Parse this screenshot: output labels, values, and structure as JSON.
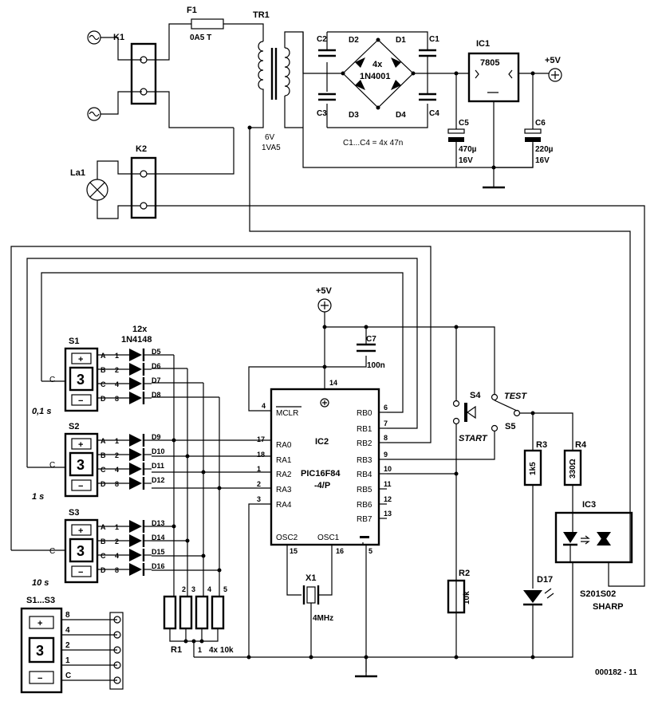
{
  "mains": {
    "fuse_ref": "F1",
    "fuse_val": "0A5 T",
    "k1": "K1",
    "k2": "K2",
    "lamp": "La1",
    "tr_ref": "TR1",
    "tr_v": "6V",
    "tr_va": "1VA5"
  },
  "psu": {
    "c1": "C1",
    "c2": "C2",
    "c3": "C3",
    "c4": "C4",
    "d1": "D1",
    "d2": "D2",
    "d3": "D3",
    "d4": "D4",
    "bridge_n": "4x",
    "bridge_type": "1N4001",
    "cap_note": "C1...C4 = 4x 47n",
    "c5": "C5",
    "c5_v": "470µ",
    "c5_volt": "16V",
    "c6": "C6",
    "c6_v": "220µ",
    "c6_volt": "16V",
    "ic1": "IC1",
    "ic1_type": "7805",
    "plus5": "+5V"
  },
  "selectors": {
    "diode_count": "12x",
    "diode_type": "1N4148",
    "com": "C",
    "switches": [
      {
        "ref": "S1",
        "digit": "3",
        "time": "0,1 s",
        "diodes": [
          "D5",
          "D6",
          "D7",
          "D8"
        ]
      },
      {
        "ref": "S2",
        "digit": "3",
        "time": "1 s",
        "diodes": [
          "D9",
          "D10",
          "D11",
          "D12"
        ]
      },
      {
        "ref": "S3",
        "digit": "3",
        "time": "10 s",
        "diodes": [
          "D13",
          "D14",
          "D15",
          "D16"
        ]
      }
    ],
    "row_letters": [
      "A",
      "B",
      "C",
      "D"
    ],
    "row_values": [
      "1",
      "2",
      "4",
      "8"
    ],
    "plus": "+",
    "minus": "−"
  },
  "r1": {
    "ref": "R1",
    "value": "4x 10k",
    "pins": [
      "1",
      "2",
      "3",
      "4",
      "5"
    ]
  },
  "mcu": {
    "ref": "IC2",
    "type1": "PIC16F84",
    "type2": "-4/P",
    "plus5": "+5V",
    "c7": "C7",
    "c7_v": "100n",
    "pin14": "14",
    "pin5": "5",
    "mclr_pin": "4",
    "mclr": "MCLR",
    "left_pins": [
      {
        "n": "17",
        "name": "RA0"
      },
      {
        "n": "18",
        "name": "RA1"
      },
      {
        "n": "1",
        "name": "RA2"
      },
      {
        "n": "2",
        "name": "RA3"
      },
      {
        "n": "3",
        "name": "RA4"
      }
    ],
    "right_pins": [
      {
        "n": "6",
        "name": "RB0"
      },
      {
        "n": "7",
        "name": "RB1"
      },
      {
        "n": "8",
        "name": "RB2"
      },
      {
        "n": "9",
        "name": "RB3"
      },
      {
        "n": "10",
        "name": "RB4"
      },
      {
        "n": "11",
        "name": "RB5"
      },
      {
        "n": "12",
        "name": "RB6"
      },
      {
        "n": "13",
        "name": "RB7"
      }
    ],
    "osc2": "OSC2",
    "osc1": "OSC1",
    "osc2_pin": "15",
    "osc1_pin": "16",
    "x1": "X1",
    "x1_v": "4MHz"
  },
  "io": {
    "s4": "S4",
    "start": "START",
    "s5": "S5",
    "test": "TEST",
    "r2": "R2",
    "r2_v": "10k",
    "r3": "R3",
    "r3_v": "1k5",
    "r4": "R4",
    "r4_v": "330Ω",
    "d17": "D17",
    "ic3": "IC3",
    "ic3_type": "S201S02",
    "ic3_brand": "SHARP"
  },
  "legend": {
    "title": "S1...S3",
    "digit": "3",
    "pins": [
      "8",
      "4",
      "2",
      "1",
      "C"
    ]
  },
  "footer": {
    "code": "000182 - 11"
  }
}
